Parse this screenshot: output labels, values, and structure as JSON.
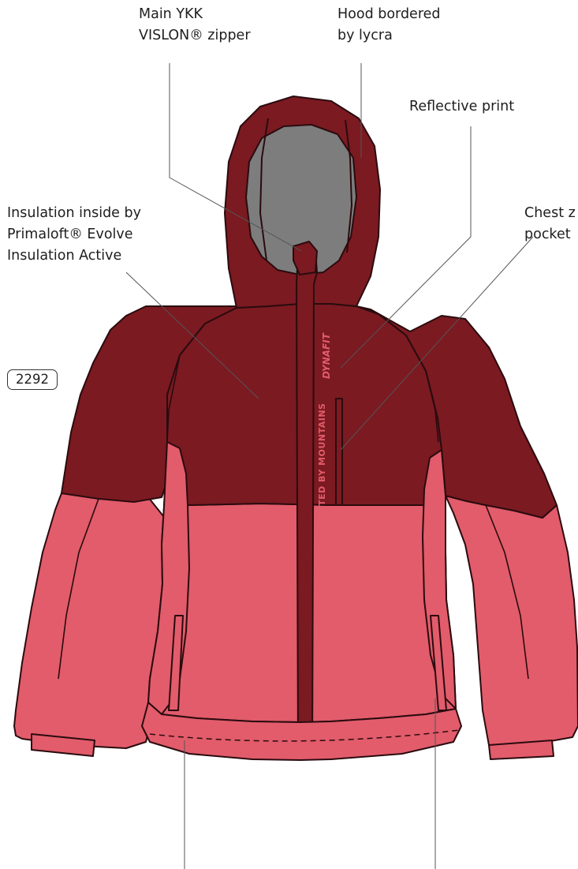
{
  "callouts": {
    "main_zipper": [
      "Main YKK",
      "VISLON® zipper"
    ],
    "hood": [
      "Hood bordered",
      "by lycra"
    ],
    "reflective": "Reflective print",
    "insulation": [
      "Insulation inside by",
      "Primaloft® Evolve",
      "Insulation Active"
    ],
    "chest_pocket": [
      "Chest z",
      "pocket"
    ]
  },
  "product_code": "2292",
  "garment": {
    "zipper_print": "SPOTTED BY MOUNTAINS",
    "logo_text": "DYNAFIT"
  },
  "colors": {
    "dark_red": "#7b1a21",
    "pink": "#e25c6b",
    "hood_lining": "#7d7d7d",
    "outline": "#2a0b0f"
  }
}
